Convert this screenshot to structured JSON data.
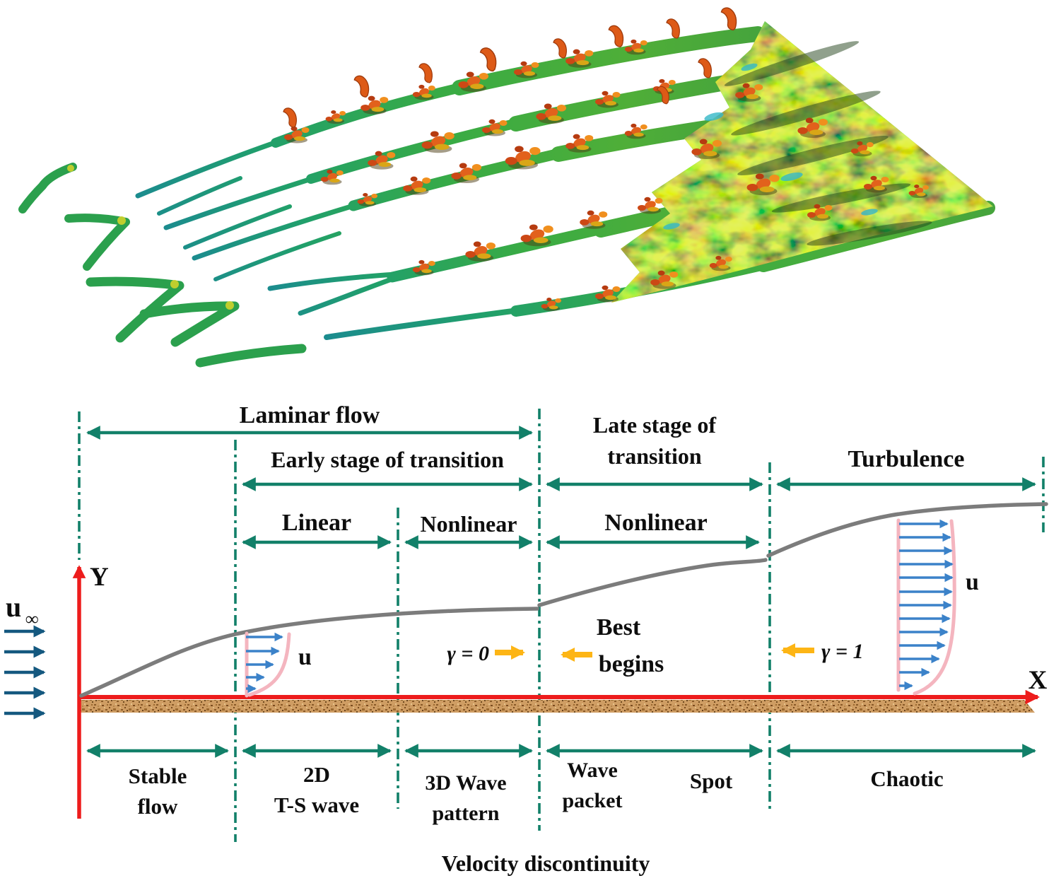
{
  "colors": {
    "stage_arrow_teal": "#128069",
    "axis_red": "#ed1c1c",
    "freestream_arrow_blue": "#14587f",
    "profile_arrow_blue": "#3b82c9",
    "profile_envelope_pink": "#f4b5bf",
    "highlight_yellow": "#fdb515",
    "boundary_curve_gray": "#7c7c7c",
    "wall_brown": "#cf9d63",
    "vortex_green": "#3fae3f",
    "vortex_orange": "#dd5a17",
    "text_black": "#0e0e0e"
  },
  "stage_labels": {
    "laminar_flow": "Laminar flow",
    "early_stage": "Early stage of transition",
    "late_stage_line1": "Late stage of",
    "late_stage_line2": "transition",
    "turbulence": "Turbulence",
    "linear": "Linear",
    "nonlinear_early": "Nonlinear",
    "nonlinear_late": "Nonlinear"
  },
  "axes": {
    "x_label": "X",
    "y_label": "Y",
    "freestream_u": "u",
    "freestream_sub": "∞"
  },
  "annotations": {
    "gamma_zero": "γ = 0",
    "gamma_one": "γ = 1",
    "best_line1": "Best",
    "best_line2": "begins",
    "u_laminar": "u",
    "u_turbulent": "u"
  },
  "region_labels": {
    "stable_line1": "Stable",
    "stable_line2": "flow",
    "ts_wave_line1": "2D",
    "ts_wave_line2": "T-S wave",
    "wave3d_line1": "3D Wave",
    "wave3d_line2": "pattern",
    "wave_packet_line1": "Wave",
    "wave_packet_line2": "packet",
    "spot": "Spot",
    "chaotic": "Chaotic"
  },
  "caption": "Velocity discontinuity"
}
